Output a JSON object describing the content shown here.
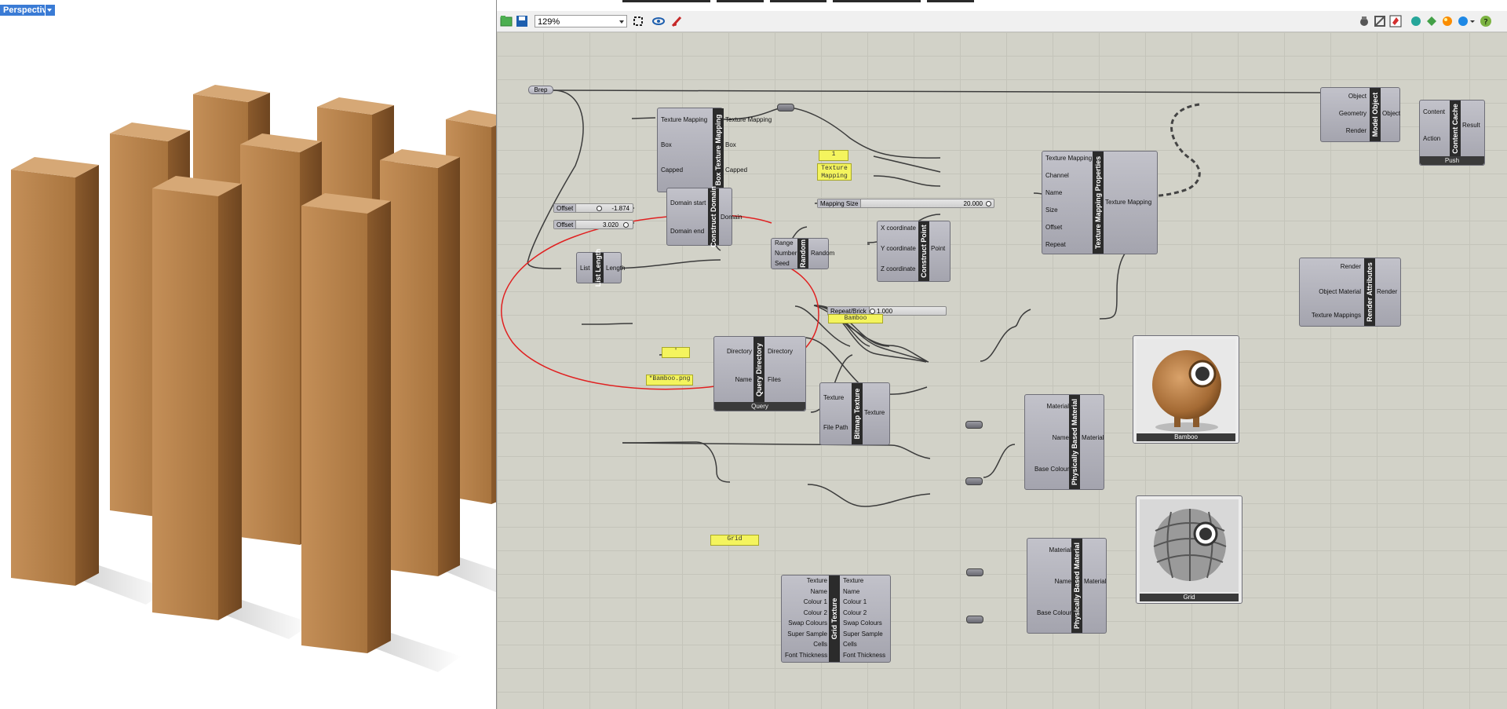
{
  "viewport": {
    "label": "Perspective"
  },
  "toolbar": {
    "zoom": "129%"
  },
  "components": {
    "brep": "Brep",
    "box_mapping": {
      "title": "Box Texture Mapping",
      "in": [
        "Texture Mapping",
        "Box",
        "Capped"
      ],
      "out": [
        "Texture Mapping",
        "Box",
        "Capped"
      ]
    },
    "construct_domain": {
      "title": "Construct Domain",
      "in": [
        "Domain start",
        "Domain end"
      ],
      "out": [
        "Domain"
      ]
    },
    "random": {
      "title": "Random",
      "in": [
        "Range",
        "Number",
        "Seed"
      ],
      "out": [
        "Random"
      ]
    },
    "list_length": {
      "title": "List Length",
      "in": [
        "List"
      ],
      "out": [
        "Length"
      ]
    },
    "construct_point": {
      "title": "Construct Point",
      "in": [
        "X coordinate",
        "Y coordinate",
        "Z coordinate"
      ],
      "out": [
        "Point"
      ]
    },
    "tmp": {
      "title": "Texture Mapping Properties",
      "in": [
        "Texture Mapping",
        "Channel",
        "Name",
        "Size",
        "Offset",
        "Repeat"
      ],
      "out": [
        "Texture Mapping"
      ]
    },
    "model_object": {
      "title": "Model Object",
      "in": [
        "Object",
        "Geometry",
        "Render"
      ],
      "out": [
        "Object"
      ]
    },
    "content_cache": {
      "title": "Content Cache",
      "in": [
        "Content",
        "Action"
      ],
      "out": [
        "Result"
      ],
      "footer": "Push"
    },
    "render_attr": {
      "title": "Render Attributes",
      "in": [
        "Render",
        "Object Material",
        "Texture Mappings"
      ],
      "out": [
        "Render"
      ]
    },
    "query_dir": {
      "title": "Query Directory",
      "in": [
        "Directory",
        "Name"
      ],
      "out": [
        "Directory",
        "Files"
      ],
      "footer": "Query"
    },
    "bitmap": {
      "title": "Bitmap Texture",
      "in": [
        "Texture",
        "File Path"
      ],
      "out": [
        "Texture"
      ]
    },
    "pbm1": {
      "title": "Physically Based Material",
      "in": [
        "Material",
        "Name",
        "Base Colour"
      ],
      "out": [
        "Material"
      ]
    },
    "pbm2": {
      "title": "Physically Based Material",
      "in": [
        "Material",
        "Name",
        "Base Colour"
      ],
      "out": [
        "Material"
      ]
    },
    "grid_texture": {
      "title": "Grid Texture",
      "in": [
        "Texture",
        "Name",
        "Colour 1",
        "Colour 2",
        "Swap Colours",
        "Super Sample",
        "Cells",
        "Font Thickness"
      ],
      "out": [
        "Texture",
        "Name",
        "Colour 1",
        "Colour 2",
        "Swap Colours",
        "Super Sample",
        "Cells",
        "Font Thickness"
      ]
    }
  },
  "sliders": {
    "offset1": {
      "label": "Offset",
      "value": "-1.874"
    },
    "offset2": {
      "label": "Offset",
      "value": "3.020"
    },
    "mapping_size": {
      "label": "Mapping Size",
      "value": "20.000"
    },
    "repeat_brick": {
      "label": "Repeat/Brick",
      "value": "1.000"
    }
  },
  "panels": {
    "one": "1",
    "texture_mapping": "Texture Mapping",
    "bamboo": "Bamboo",
    "dot": "'",
    "bamboo_png": "*Bamboo.png",
    "grid": "Grid"
  },
  "previews": {
    "bamboo": "Bamboo",
    "grid": "Grid"
  },
  "colors": {
    "canvas": "#d2d2c8",
    "component": "#a8a8b0",
    "panel": "#f4f45e",
    "lasso": "#e02020",
    "wood": "#b88450"
  }
}
